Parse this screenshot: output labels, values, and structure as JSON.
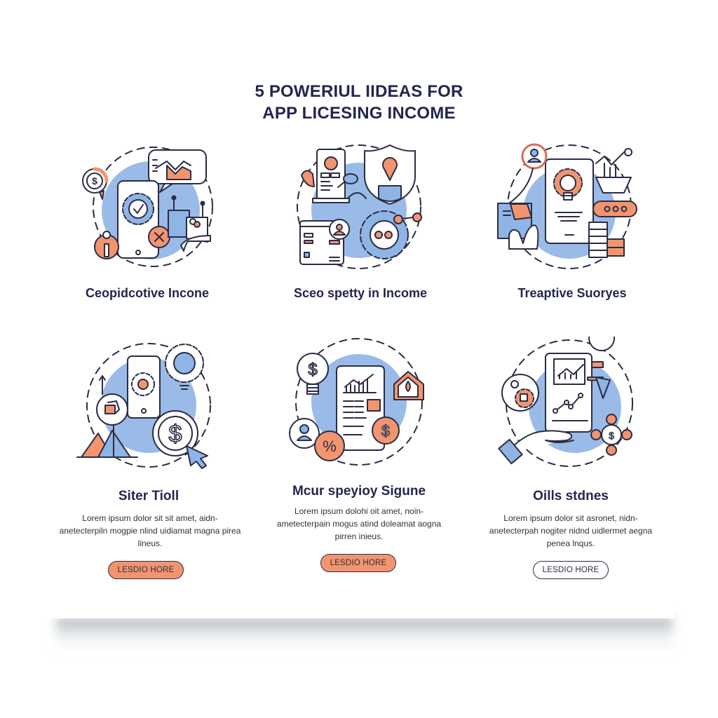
{
  "title": {
    "line1": "5 POWERIUL  IIDEAS FOR",
    "line2": "APP LICESING INCOME"
  },
  "colors": {
    "navy": "#23264f",
    "orange": "#f2956f",
    "blue_fill": "#8fb4e6",
    "outline": "#2b2c44"
  },
  "top_row": [
    {
      "label": "Ceopidcotive Incone",
      "icon": "phone-gear-chart-icon"
    },
    {
      "label": "Sceo spetty in Income",
      "icon": "profile-shield-gears-icon"
    },
    {
      "label": "Treaptive Suoryes",
      "icon": "lightbulb-document-hand-icon"
    }
  ],
  "bottom_row": [
    {
      "heading": "Siter Tioll",
      "description": "Lorem ipsum dolor sit sit amet, aidn-anetecterpiln mogpie nlind uidiamat magna pirea lineus.",
      "button": "LESDIO HORE",
      "button_style": "filled",
      "icon": "phone-gear-dollar-cursor-icon"
    },
    {
      "heading": "Mcur speyioy Sigune",
      "description": "Lorem ipsum dolohi oit amet, noin-ametecterpain mogus atind doleamat aogna pirren inieus.",
      "button": "LESDIO HORE",
      "button_style": "filled",
      "icon": "report-dollar-percent-icon"
    },
    {
      "heading": "Oills stdnes",
      "description": "Lorem ipsum dolor sit asronet, nidn-anetecterpah nogiter nidnd uidlermet aegna penea lnqus.",
      "button": "LESDIO HORE",
      "button_style": "outline",
      "icon": "hand-tablet-chart-icon"
    }
  ]
}
